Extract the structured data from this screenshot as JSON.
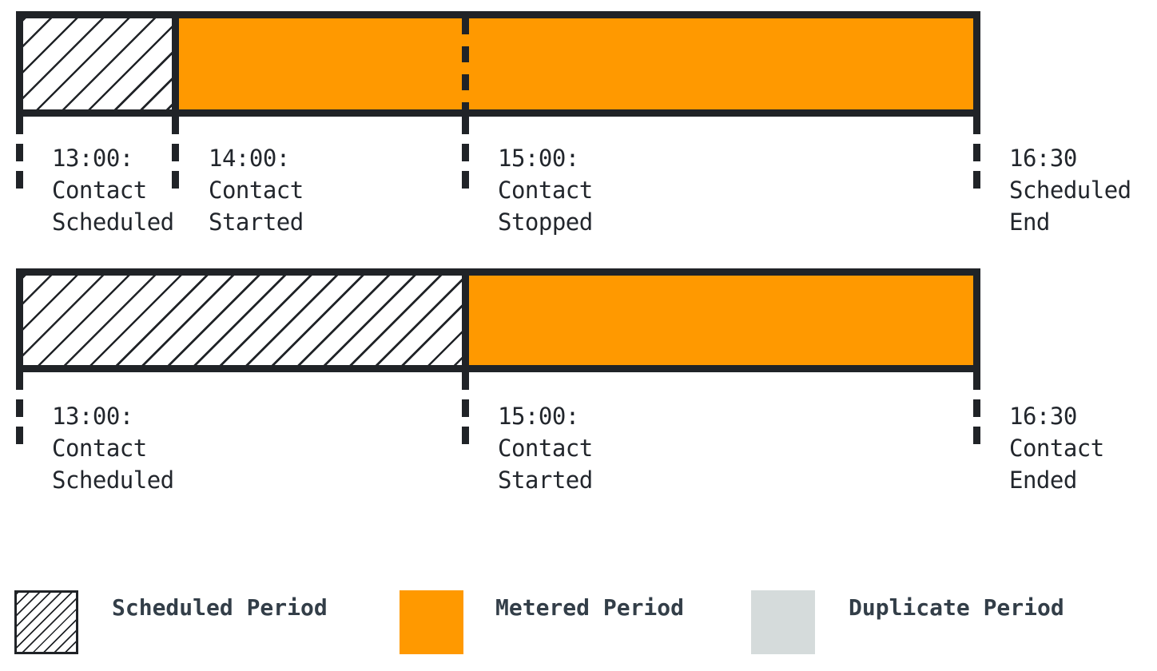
{
  "diagram": {
    "type": "metering-timeline-diagram",
    "timelines": [
      {
        "id": "timeline-contact-stopped-before-scheduled-end",
        "segments": [
          {
            "period": "Scheduled Period",
            "from": "13:00",
            "to": "14:00"
          },
          {
            "period": "Metered Period",
            "from": "14:00",
            "to": "16:30"
          }
        ],
        "markers": [
          {
            "l1": "13:00:",
            "l2": "Contact",
            "l3": "Scheduled"
          },
          {
            "l1": "14:00:",
            "l2": "Contact",
            "l3": "Started"
          },
          {
            "l1": "15:00:",
            "l2": "Contact",
            "l3": "Stopped"
          },
          {
            "l1": "16:30",
            "l2": "Scheduled",
            "l3": "End"
          }
        ]
      },
      {
        "id": "timeline-contact-started-late",
        "segments": [
          {
            "period": "Scheduled Period",
            "from": "13:00",
            "to": "15:00"
          },
          {
            "period": "Metered Period",
            "from": "15:00",
            "to": "16:30"
          }
        ],
        "markers": [
          {
            "l1": "13:00:",
            "l2": "Contact",
            "l3": "Scheduled"
          },
          {
            "l1": "15:00:",
            "l2": "Contact",
            "l3": "Started"
          },
          {
            "l1": "16:30",
            "l2": "Contact",
            "l3": "Ended"
          }
        ]
      }
    ],
    "legend": [
      {
        "label": "Scheduled Period",
        "swatch": "hatched"
      },
      {
        "label": "Metered Period",
        "swatch": "orange"
      },
      {
        "label": "Duplicate Period",
        "swatch": "gray"
      }
    ],
    "colors": {
      "ink": "#202327",
      "metered_orange": "#ff9900",
      "duplicate_gray": "#d5dbdb",
      "label_text": "#22262c",
      "legend_text": "#333e48"
    }
  }
}
